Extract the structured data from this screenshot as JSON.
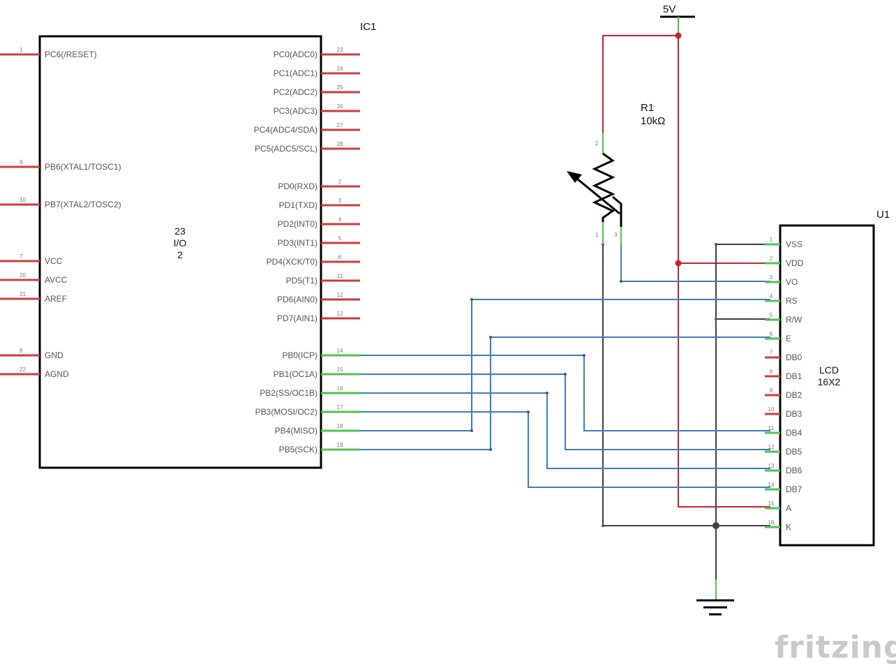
{
  "ic1": {
    "name": "IC1",
    "center_lines": [
      "23",
      "I/O",
      "2"
    ],
    "left_pins": [
      {
        "num": "1",
        "label": "PC6(/RESET)"
      },
      {
        "num": "9",
        "label": "PB6(XTAL1/TOSC1)"
      },
      {
        "num": "10",
        "label": "PB7(XTAL2/TOSC2)"
      },
      {
        "num": "7",
        "label": "VCC"
      },
      {
        "num": "20",
        "label": "AVCC"
      },
      {
        "num": "21",
        "label": "AREF"
      },
      {
        "num": "8",
        "label": "GND"
      },
      {
        "num": "22",
        "label": "AGND"
      }
    ],
    "right_pins": [
      {
        "num": "23",
        "label": "PC0(ADC0)"
      },
      {
        "num": "24",
        "label": "PC1(ADC1)"
      },
      {
        "num": "25",
        "label": "PC2(ADC2)"
      },
      {
        "num": "26",
        "label": "PC3(ADC3)"
      },
      {
        "num": "27",
        "label": "PC4(ADC4/SDA)"
      },
      {
        "num": "28",
        "label": "PC5(ADC5/SCL)"
      },
      {
        "num": "2",
        "label": "PD0(RXD)"
      },
      {
        "num": "3",
        "label": "PD1(TXD)"
      },
      {
        "num": "4",
        "label": "PD2(INT0)"
      },
      {
        "num": "5",
        "label": "PD3(INT1)"
      },
      {
        "num": "6",
        "label": "PD4(XCK/T0)"
      },
      {
        "num": "11",
        "label": "PD5(T1)"
      },
      {
        "num": "12",
        "label": "PD6(AIN0)"
      },
      {
        "num": "13",
        "label": "PD7(AIN1)"
      },
      {
        "num": "14",
        "label": "PB0(ICP)"
      },
      {
        "num": "15",
        "label": "PB1(OC1A)"
      },
      {
        "num": "16",
        "label": "PB2(SS/OC1B)"
      },
      {
        "num": "17",
        "label": "PB3(MOSI/OC2)"
      },
      {
        "num": "18",
        "label": "PB4(MISO)"
      },
      {
        "num": "19",
        "label": "PB5(SCK)"
      }
    ]
  },
  "u1": {
    "name": "U1",
    "center_lines": [
      "LCD",
      "16X2"
    ],
    "pins": [
      {
        "num": "1",
        "label": "VSS"
      },
      {
        "num": "2",
        "label": "VDD"
      },
      {
        "num": "3",
        "label": "VO"
      },
      {
        "num": "4",
        "label": "RS"
      },
      {
        "num": "5",
        "label": "R/W"
      },
      {
        "num": "6",
        "label": "E"
      },
      {
        "num": "7",
        "label": "DB0"
      },
      {
        "num": "8",
        "label": "DB1"
      },
      {
        "num": "9",
        "label": "DB2"
      },
      {
        "num": "10",
        "label": "DB3"
      },
      {
        "num": "11",
        "label": "DB4"
      },
      {
        "num": "12",
        "label": "DB5"
      },
      {
        "num": "13",
        "label": "DB6"
      },
      {
        "num": "14",
        "label": "DB7"
      },
      {
        "num": "15",
        "label": "A"
      },
      {
        "num": "16",
        "label": "K"
      }
    ]
  },
  "r1": {
    "name": "R1",
    "value": "10kΩ",
    "pins": [
      "2",
      "1",
      "3"
    ]
  },
  "power": {
    "label": "5V"
  },
  "logo": "fritzing",
  "colors": {
    "power_wire": "#c1272d",
    "signal_wire": "#3a7cc4",
    "ground_wire": "#404040",
    "connected_pin": "#4cc64c",
    "unconnected_pin": "#d13b3b",
    "part_outline": "#000000"
  }
}
